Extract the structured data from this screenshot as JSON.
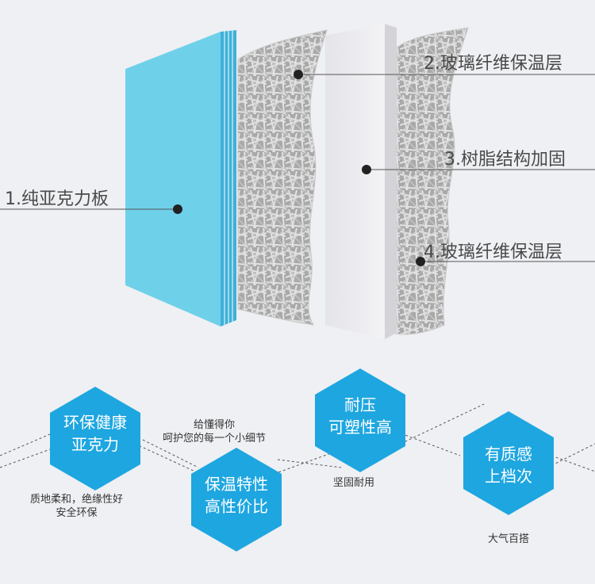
{
  "layers": [
    {
      "label": "1.纯亚克力板"
    },
    {
      "label": "2.玻璃纤维保温层"
    },
    {
      "label": "3.树脂结构加固"
    },
    {
      "label": "4.玻璃纤维保温层"
    }
  ],
  "features": [
    {
      "line1": "环保健康",
      "line2": "亚克力",
      "note1": "质地柔和，绝缘性好",
      "note2": "安全环保"
    },
    {
      "line1": "保温特性",
      "line2": "高性价比",
      "note1": "给懂得你",
      "note2": "呵护您的每一个小细节"
    },
    {
      "line1": "耐压",
      "line2": "可塑性高",
      "note1": "坚固耐用"
    },
    {
      "line1": "有质感",
      "line2": "上档次",
      "note1": "大气百搭"
    }
  ],
  "colors": {
    "hex": "#1ea6e0",
    "acrylic": "#6fd0ea",
    "background": "#eef0f3"
  }
}
